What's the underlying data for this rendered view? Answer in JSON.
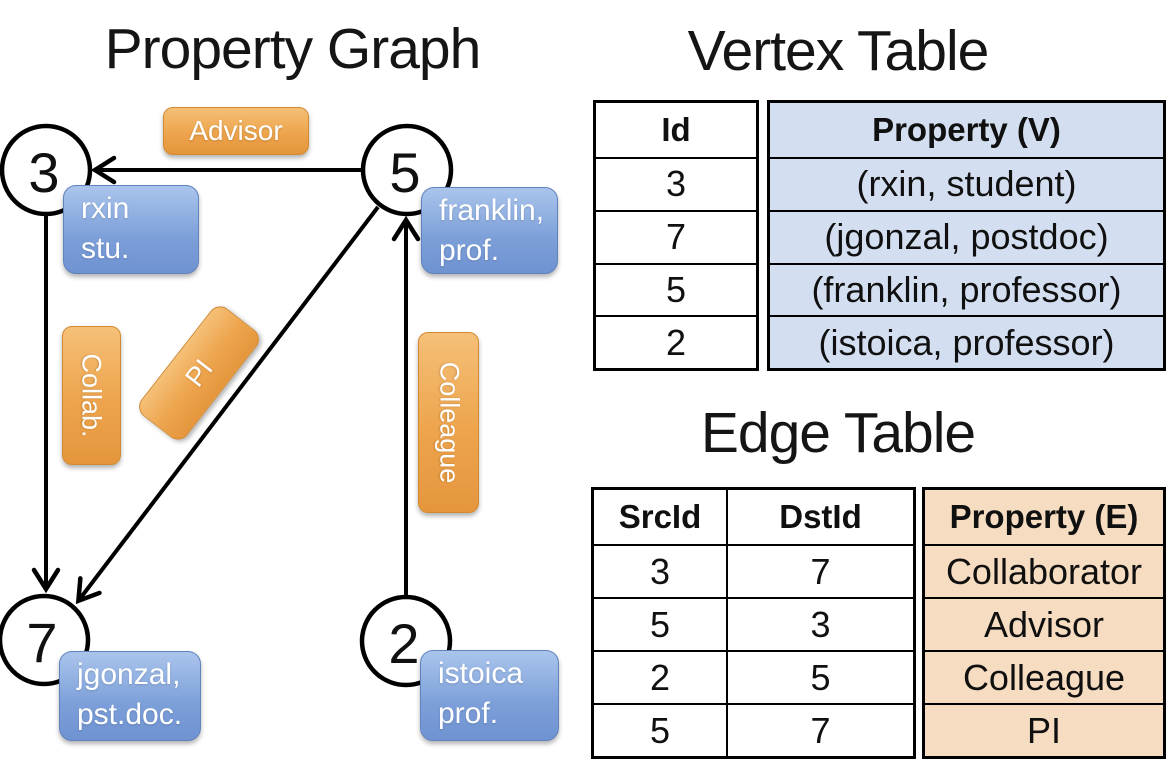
{
  "graph": {
    "title": "Property Graph",
    "nodes": [
      {
        "id": "3",
        "line1": "rxin",
        "line2": "stu."
      },
      {
        "id": "5",
        "line1": "franklin,",
        "line2": "prof."
      },
      {
        "id": "7",
        "line1": "jgonzal,",
        "line2": "pst.doc."
      },
      {
        "id": "2",
        "line1": "istoica",
        "line2": "prof."
      }
    ],
    "edge_labels": {
      "advisor": "Advisor",
      "collab": "Collab.",
      "pi": "PI",
      "colleague": "Colleague"
    }
  },
  "vertex_table": {
    "title": "Vertex Table",
    "columns": {
      "id": "Id",
      "property": "Property (V)"
    },
    "rows": [
      {
        "id": "3",
        "property": "(rxin, student)"
      },
      {
        "id": "7",
        "property": "(jgonzal, postdoc)"
      },
      {
        "id": "5",
        "property": "(franklin, professor)"
      },
      {
        "id": "2",
        "property": "(istoica, professor)"
      }
    ]
  },
  "edge_table": {
    "title": "Edge Table",
    "columns": {
      "src": "SrcId",
      "dst": "DstId",
      "property": "Property (E)"
    },
    "rows": [
      {
        "src": "3",
        "dst": "7",
        "property": "Collaborator"
      },
      {
        "src": "5",
        "dst": "3",
        "property": "Advisor"
      },
      {
        "src": "2",
        "dst": "5",
        "property": "Colleague"
      },
      {
        "src": "5",
        "dst": "7",
        "property": "PI"
      }
    ]
  },
  "colors": {
    "edge_label_box": "#eda44c",
    "vertex_label_box": "#7c9fd9",
    "vertex_property_bg": "#d3dff0",
    "edge_property_bg": "#f6dcc1",
    "line": "#000000"
  }
}
